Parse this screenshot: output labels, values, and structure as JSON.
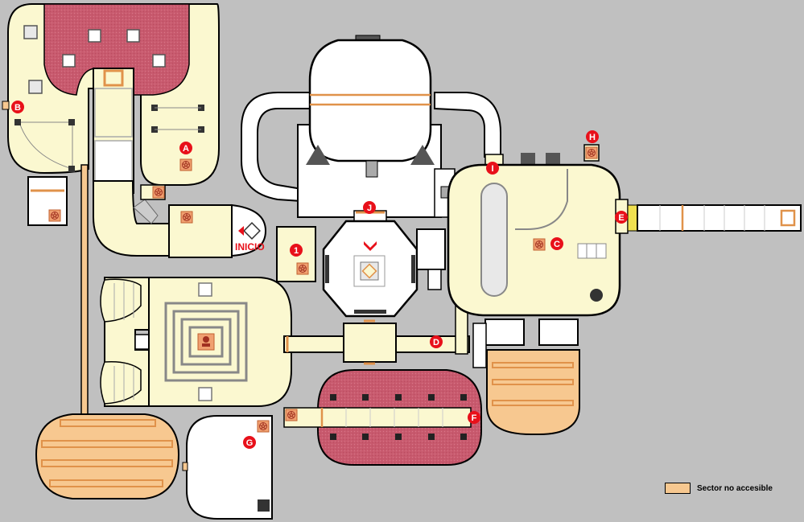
{
  "map": {
    "start_label": "INICIO",
    "markers": [
      {
        "id": "marker-a",
        "text": "A"
      },
      {
        "id": "marker-b",
        "text": "B"
      },
      {
        "id": "marker-c",
        "text": "C"
      },
      {
        "id": "marker-d",
        "text": "D"
      },
      {
        "id": "marker-e",
        "text": "E"
      },
      {
        "id": "marker-f",
        "text": "F"
      },
      {
        "id": "marker-g",
        "text": "G"
      },
      {
        "id": "marker-h",
        "text": "H"
      },
      {
        "id": "marker-i",
        "text": "I"
      },
      {
        "id": "marker-j",
        "text": "J"
      },
      {
        "id": "marker-1",
        "text": "1"
      }
    ]
  },
  "legend": {
    "label": "Sector no accesible",
    "color": "#f7c890"
  },
  "colors": {
    "background": "#c0c0c0",
    "floor": "#fbf8d0",
    "floor_white": "#ffffff",
    "inaccessible": "#f7c890",
    "carpet": "#c85a6e",
    "outline": "#000000",
    "wall_gray": "#a0a0a0",
    "stripe": "#e0924a",
    "marker": "#e8101a"
  }
}
